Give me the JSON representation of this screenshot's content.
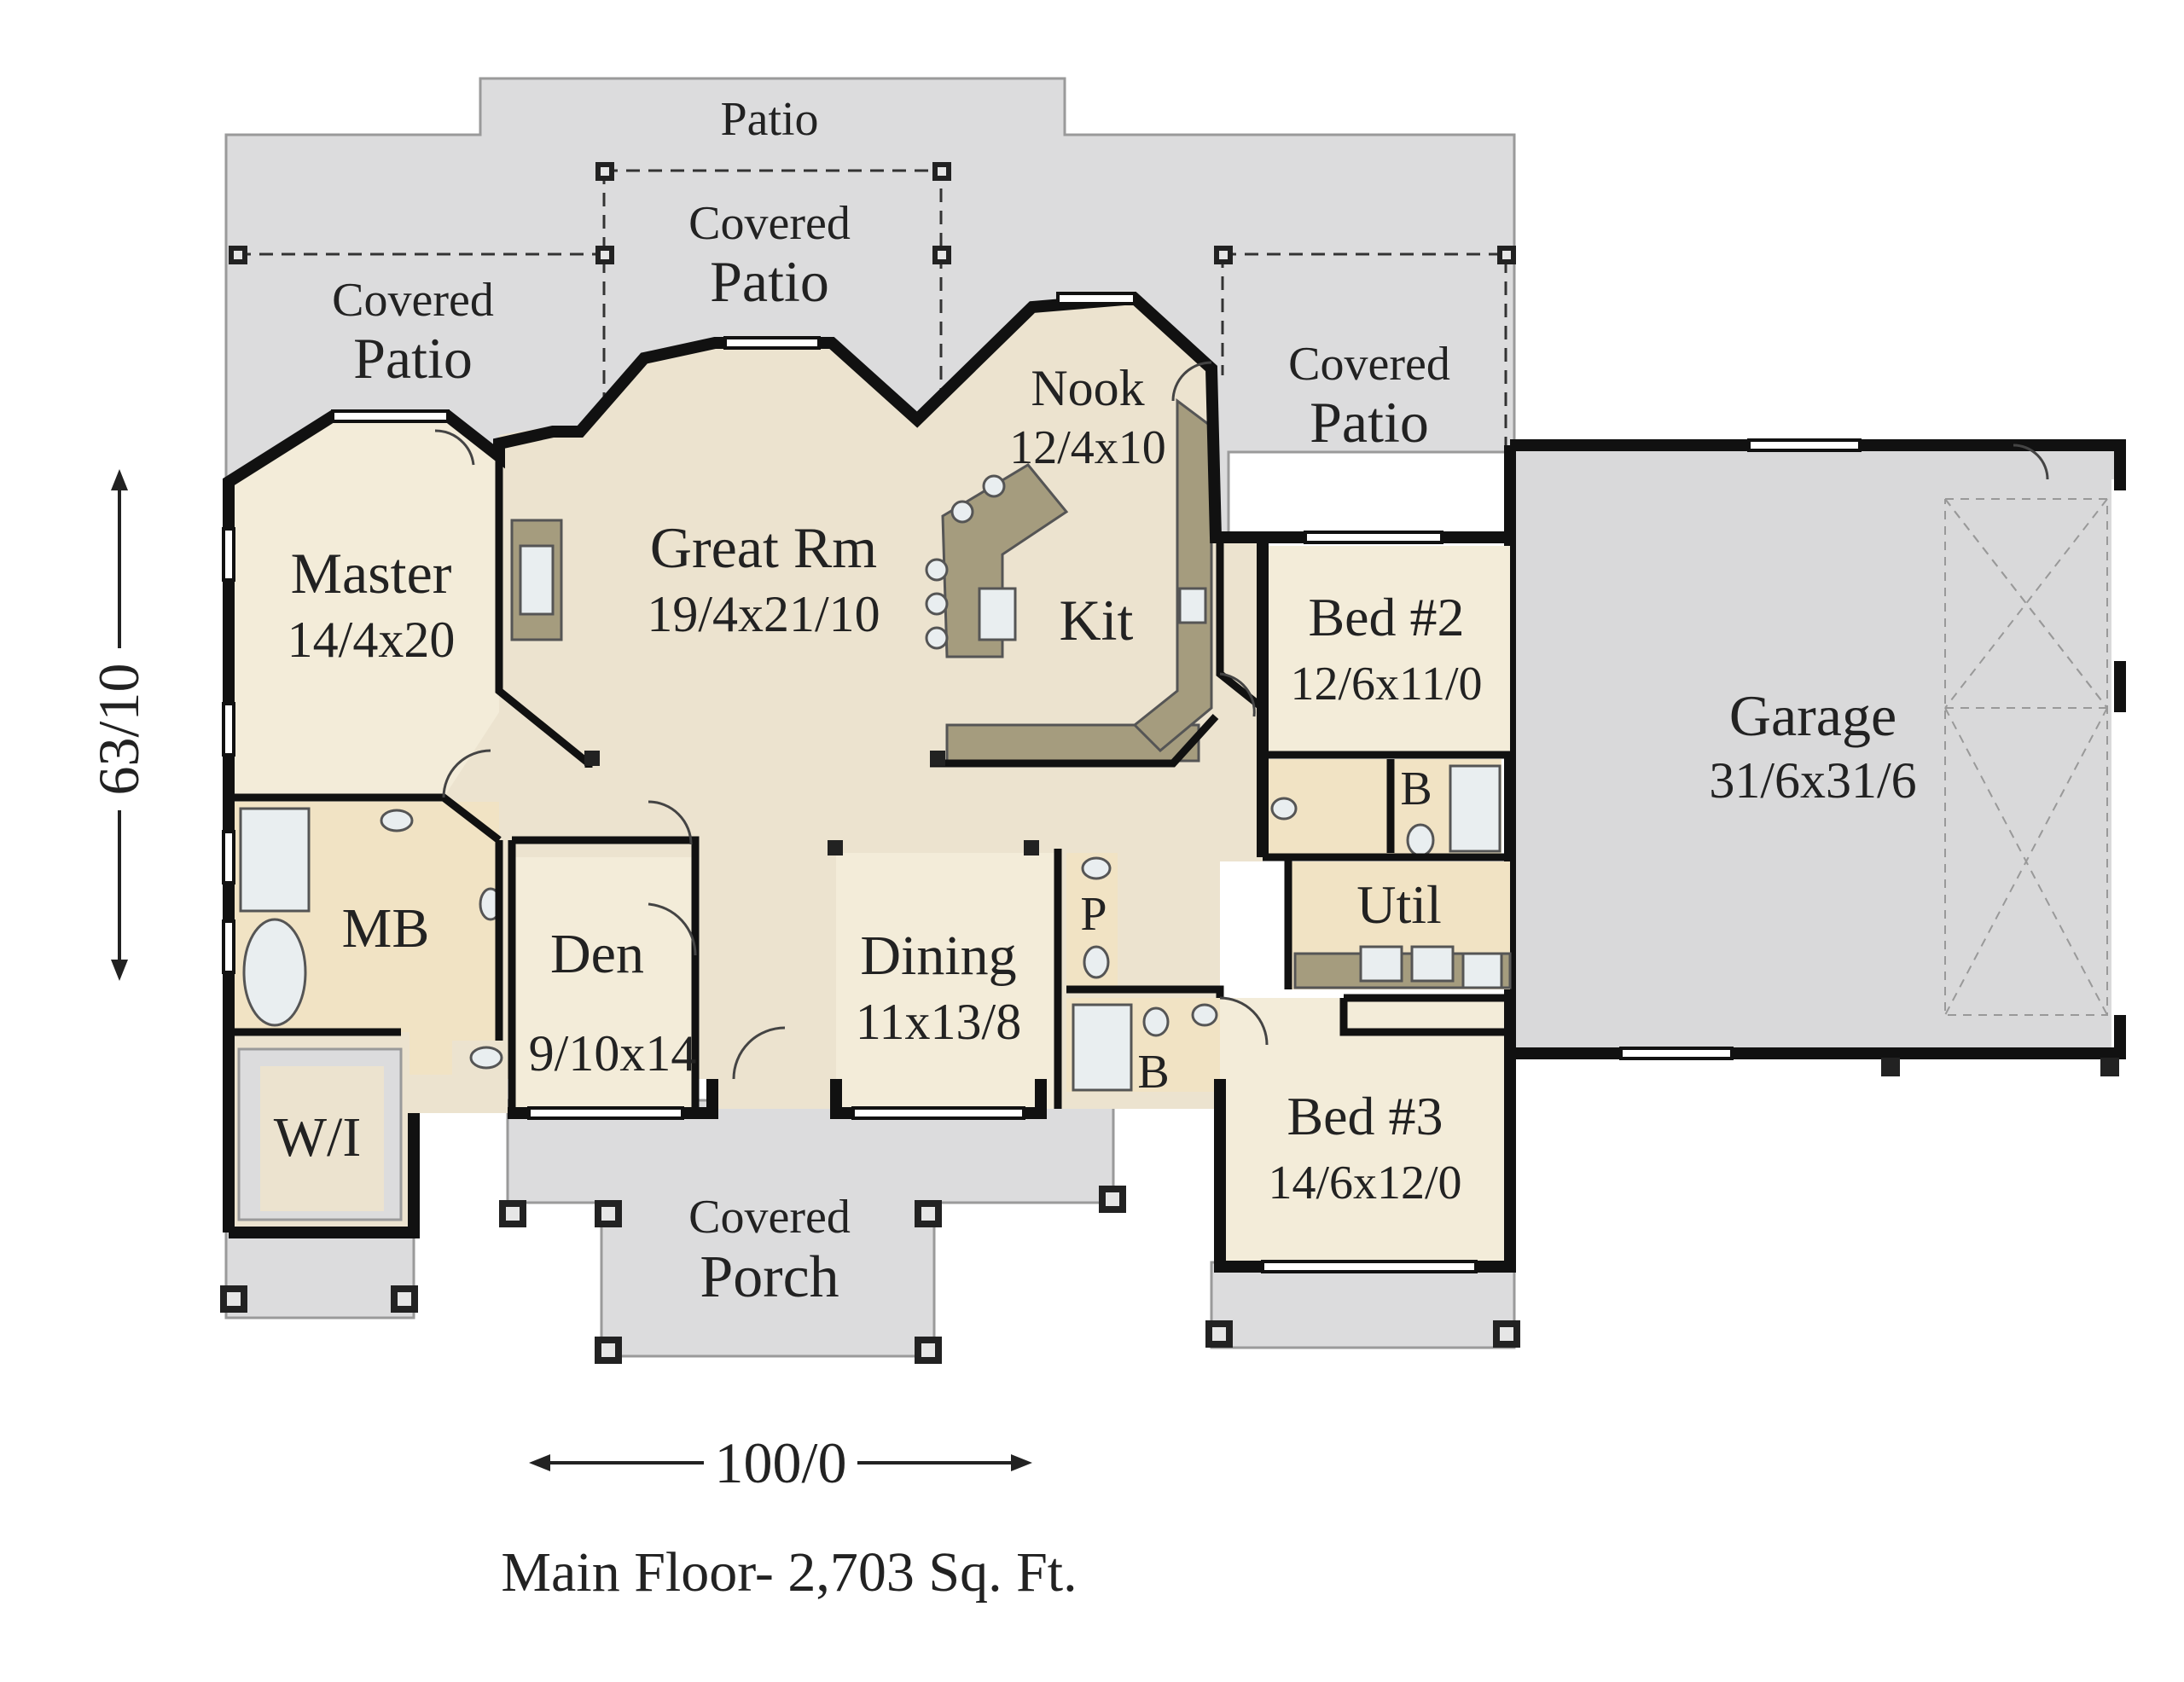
{
  "title": "Main Floor- 2,703 Sq. Ft.",
  "dimensions": {
    "width": "100/0",
    "depth": "63/10"
  },
  "rooms": {
    "patio": {
      "name": "Patio"
    },
    "covered_patio_left": {
      "line1": "Covered",
      "line2": "Patio"
    },
    "covered_patio_center": {
      "line1": "Covered",
      "line2": "Patio"
    },
    "covered_patio_right": {
      "line1": "Covered",
      "line2": "Patio"
    },
    "master": {
      "name": "Master",
      "size": "14/4x20"
    },
    "great_room": {
      "name": "Great Rm",
      "size": "19/4x21/10"
    },
    "nook": {
      "name": "Nook",
      "size": "12/4x10"
    },
    "kitchen": {
      "name": "Kit"
    },
    "bed2": {
      "name": "Bed #2",
      "size": "12/6x11/0"
    },
    "bath2": {
      "name": "B"
    },
    "utility": {
      "name": "Util"
    },
    "garage": {
      "name": "Garage",
      "size": "31/6x31/6"
    },
    "master_bath": {
      "name": "MB"
    },
    "den": {
      "name": "Den",
      "size": "9/10x14"
    },
    "dining": {
      "name": "Dining",
      "size": "11x13/8"
    },
    "powder": {
      "name": "P"
    },
    "bath3": {
      "name": "B"
    },
    "bed3": {
      "name": "Bed #3",
      "size": "14/6x12/0"
    },
    "walk_in": {
      "name": "W/I"
    },
    "covered_porch": {
      "line1": "Covered",
      "line2": "Porch"
    }
  }
}
